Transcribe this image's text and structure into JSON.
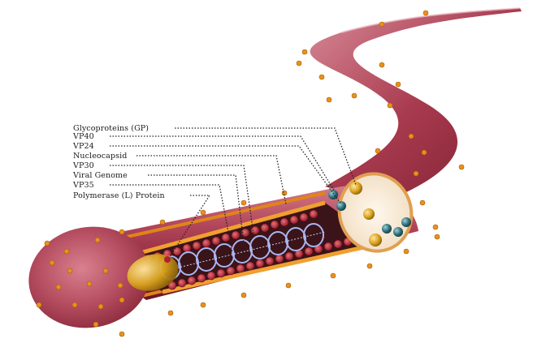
{
  "labels": {
    "glycoproteins": "Glycoproteins (GP)",
    "vp40": "VP40",
    "vp24": "VP24",
    "nucleocapsid": "Nucleocapsid",
    "vp30": "VP30",
    "viral_genome": "Viral Genome",
    "vp35": "VP35",
    "polymerase": "Polymerase (L) Protein"
  },
  "colors": {
    "membrane_dark": "#7a1a2c",
    "membrane_mid": "#a8364b",
    "membrane_light": "#d98a98",
    "glycoprotein": "#e08a12",
    "vp40_teal": "#2f6f7a",
    "vp24_gold": "#d9a21c",
    "nucleocapsid_red": "#b21f2e",
    "genome_blue": "#9aa6e8",
    "matrix_orange": "#e07a1a"
  }
}
